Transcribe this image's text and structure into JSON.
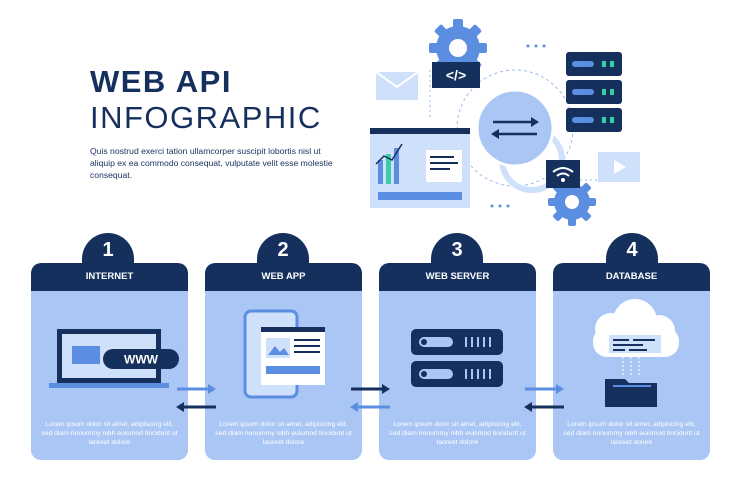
{
  "header": {
    "title_line1": "WEB API",
    "title_line2": "INFOGRAPHIC",
    "description": "Quis nostrud exerci tation ullamcorper suscipit lobortis nisl ut aliquip ex ea commodo consequat, vulputate velit esse molestie consequat."
  },
  "steps": [
    {
      "number": "1",
      "label": "INTERNET",
      "text": "Lorem ipsum dolor sit amet, adipiscing elit, sed diam nonummy nibh euismod tincidunt ut laoreet dolore",
      "icon_badge": "WWW"
    },
    {
      "number": "2",
      "label": "WEB APP",
      "text": "Lorem ipsum dolor sit amet, adipiscing elit, sed diam nonummy nibh euismod tincidunt ut laoreet dolore"
    },
    {
      "number": "3",
      "label": "WEB SERVER",
      "text": "Lorem ipsum dolor sit amet, adipiscing elit, sed diam nonummy nibh euismod tincidunt ut laoreet dolore"
    },
    {
      "number": "4",
      "label": "DATABASE",
      "text": "Lorem ipsum dolor sit amet, adipiscing elit, sed diam nonummy nibh euismod tincidunt ut laoreet dolore"
    }
  ],
  "hero": {
    "code_symbol": "</>"
  },
  "colors": {
    "navy": "#16305e",
    "light_blue": "#a9c6f5",
    "mid_blue": "#5b8ee0",
    "pale_blue": "#cfe0fb",
    "green_accent": "#35d1a5"
  },
  "icons": [
    "gear-icon",
    "mail-icon",
    "code-icon",
    "server-stack-icon",
    "chart-window-icon",
    "arrows-exchange-icon",
    "wifi-icon",
    "play-icon",
    "laptop-icon",
    "phone-app-icon",
    "server-icon",
    "cloud-database-icon",
    "folder-icon",
    "arrow-right-icon",
    "arrow-left-icon"
  ]
}
